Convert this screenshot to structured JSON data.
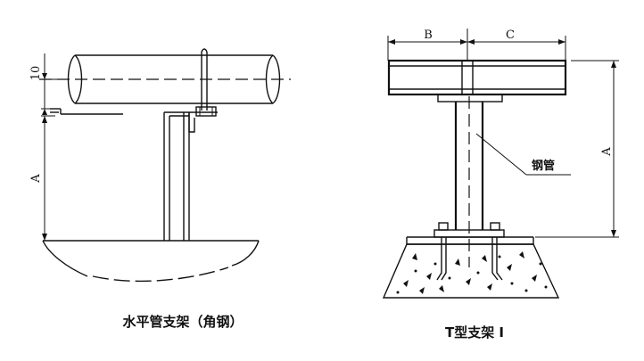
{
  "left_figure": {
    "dim_top": "10",
    "dim_height": "A",
    "caption": "水平管支架（角钢）"
  },
  "right_figure": {
    "dim_left_width": "B",
    "dim_right_width": "C",
    "dim_height": "A",
    "pipe_label": "钢管",
    "caption": "T型支架 I"
  }
}
